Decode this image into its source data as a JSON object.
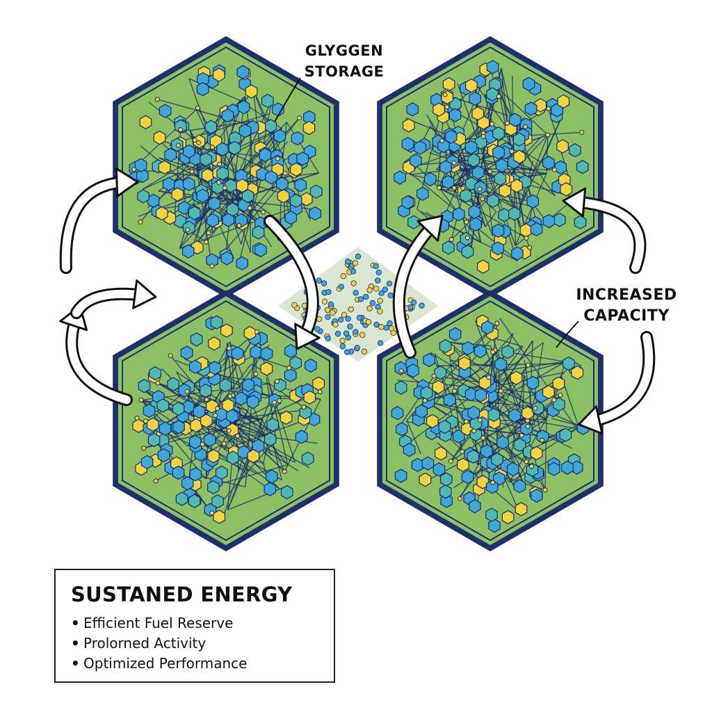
{
  "diagram": {
    "labels": {
      "glycogen_line1": "GLYGGEN",
      "glycogen_line2": "STORAGE",
      "capacity_line1": "INCREASED",
      "capacity_line2": "CAPACITY"
    },
    "info_box": {
      "title": "SUSTANED ENERGY",
      "items": [
        "Efficient Fuel Reserve",
        "Prolorned Activity",
        "Optimized Performance"
      ]
    },
    "colors": {
      "cell_fill": "#8cc063",
      "cell_border": "#1e2f6e",
      "molecule_blue": "#3fa6d8",
      "molecule_yellow": "#f2d43a",
      "molecule_teal": "#4fb8b0",
      "network_line": "#1a2a6b",
      "arrow_fill": "#ffffff",
      "arrow_outline": "#111111"
    },
    "icons": [
      "hexagon-cell",
      "glycogen-granule",
      "curved-arrow"
    ]
  }
}
